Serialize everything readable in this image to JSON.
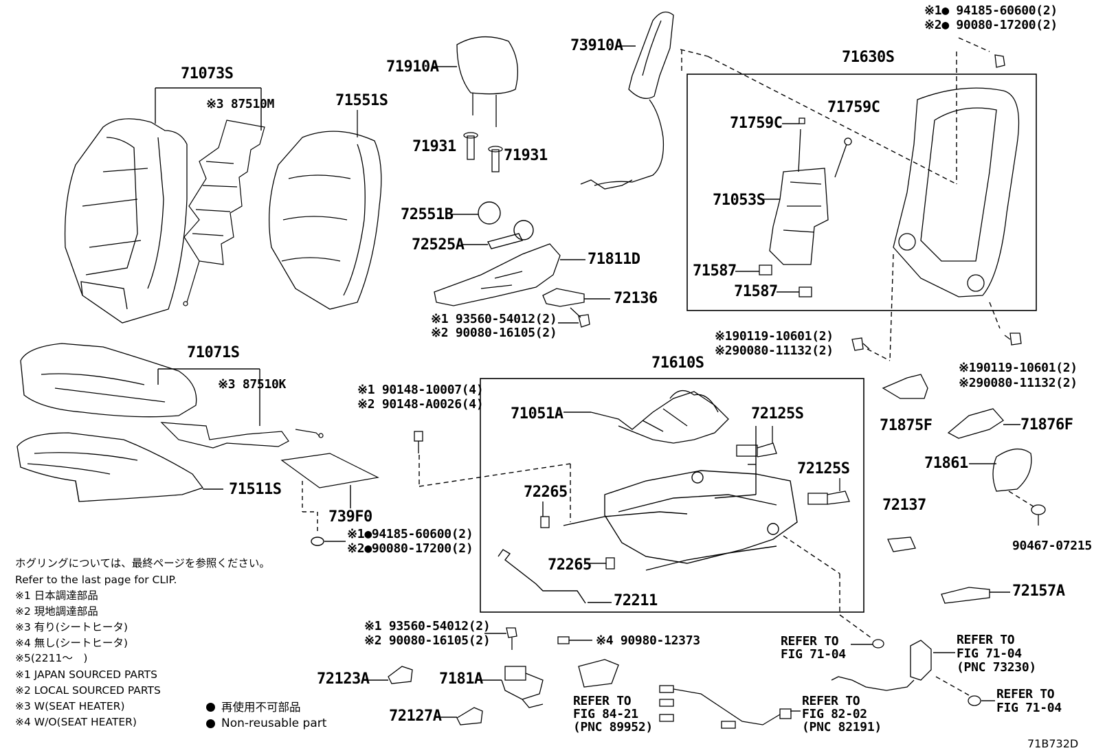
{
  "parts": {
    "p71073S": "71073S",
    "p87510M": "※3 87510M",
    "p71551S": "71551S",
    "p71910A": "71910A",
    "p71931a": "71931",
    "p71931b": "71931",
    "p72551B": "72551B",
    "p72525A": "72525A",
    "p71811D": "71811D",
    "p72136": "72136",
    "p73910A": "73910A",
    "p71630S": "71630S",
    "p71759Ca": "71759C",
    "p71759Cb": "71759C",
    "p71053S": "71053S",
    "p71587a": "71587",
    "p71587b": "71587",
    "p71071S": "71071S",
    "p87510K": "※3 87510K",
    "p71511S": "71511S",
    "p739F0": "739F0",
    "p71610S": "71610S",
    "p71051A": "71051A",
    "p72125Sa": "72125S",
    "p72125Sb": "72125S",
    "p72265a": "72265",
    "p72265b": "72265",
    "p72211": "72211",
    "p71875F": "71875F",
    "p71876F": "71876F",
    "p71861": "71861",
    "p90467": "90467-07215",
    "p72137": "72137",
    "p72157A": "72157A",
    "p72123A": "72123A",
    "p7181A": "7181A",
    "p72127A": "72127A",
    "p90980": "※4 90980-12373"
  },
  "fasteners": {
    "topRight1": "※1● 94185-60600(2)",
    "topRight2": "※2● 90080-17200(2)",
    "seatNut1": "※1●94185-60600(2)",
    "seatNut2": "※2●90080-17200(2)",
    "boltA1": "※1 93560-54012(2)",
    "boltA2": "※2 90080-16105(2)",
    "midBoltL1": "※190119-10601(2)",
    "midBoltL2": "※290080-11132(2)",
    "midBoltR1": "※190119-10601(2)",
    "midBoltR2": "※290080-11132(2)",
    "clip1": "※1 90148-10007(4)",
    "clip2": "※2 90148-A0026(4)",
    "boltB1": "※1 93560-54012(2)",
    "boltB2": "※2 90080-16105(2)"
  },
  "refs": {
    "r1a": "REFER TO",
    "r1b": "FIG 71-04",
    "r2a": "REFER TO",
    "r2b": "FIG 71-04",
    "r2c": "(PNC 73230)",
    "r3a": "REFER TO",
    "r3b": "FIG 71-04",
    "r4a": "REFER TO",
    "r4b": "FIG 84-21",
    "r4c": "(PNC 89952)",
    "r5a": "REFER TO",
    "r5b": "FIG 82-02",
    "r5c": "(PNC 82191)"
  },
  "notes": {
    "jp_clip": "ホグリングについては、最終ページを参照ください。",
    "en_clip": "Refer to the last page for CLIP.",
    "jp1": "※1 日本調達部品",
    "jp2": "※2 現地調達部品",
    "jp3": "※3 有り(シートヒータ)",
    "jp4": "※4 無し(シートヒータ)",
    "jp5": "※5(2211～　)",
    "en1": "※1 JAPAN SOURCED PARTS",
    "en2": "※2 LOCAL SOURCED PARTS",
    "en3": "※3 W(SEAT HEATER)",
    "en4": "※4 W/O(SEAT HEATER)",
    "legend_jp": "再使用不可部品",
    "legend_en": "Non-reusable part"
  },
  "diagram_id": "71B732D"
}
